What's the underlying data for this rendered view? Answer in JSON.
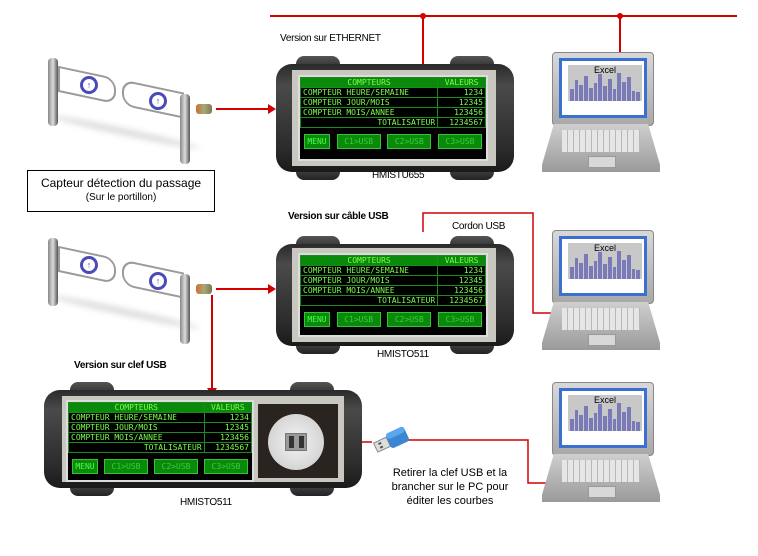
{
  "labels": {
    "ethernet_version": "Version sur  ETHERNET",
    "usb_cable_version": "Version sur câble USB",
    "usb_key_version": "Version sur clef USB",
    "usb_cord": "Cordon USB",
    "model_top": "HMISTU655",
    "model_middle": "HMISTO511",
    "model_bottom": "HMISTO511",
    "sensor_caption_line1": "Capteur détection du passage",
    "sensor_caption_line2": "(Sur le portillon)",
    "usb_key_note": "Retirer la clef USB et la brancher sur le PC pour éditer les courbes",
    "excel": "Excel"
  },
  "screen": {
    "header_counters": "COMPTEURS",
    "header_values": "VALEURS",
    "rows": [
      {
        "label": "COMPTEUR HEURE/SEMAINE",
        "value": "1234"
      },
      {
        "label": "COMPTEUR JOUR/MOIS",
        "value": "12345"
      },
      {
        "label": "COMPTEUR MOIS/ANNEE",
        "value": "123456"
      },
      {
        "label": "TOTALISATEUR",
        "value": "1234567"
      }
    ],
    "buttons": [
      "MENU",
      "C1>USB",
      "C2>USB",
      "C3>USB"
    ]
  },
  "colors": {
    "connector_line": "#d40000",
    "screen_text": "#7CFF4C",
    "screen_header": "#0a8a0a",
    "usb_key": "#3a86d0"
  }
}
